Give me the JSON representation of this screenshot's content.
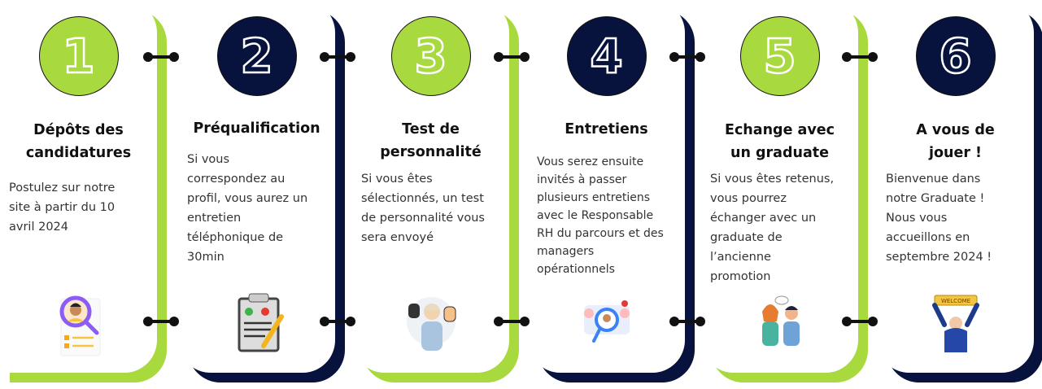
{
  "colors": {
    "green": "#a8d93e",
    "navy": "#07123d"
  },
  "steps": [
    {
      "number": "1",
      "color": "green",
      "title": [
        "Dépôts des",
        "candidatures"
      ],
      "body": [
        "Postulez sur notre",
        "site à partir du 10",
        "avril 2024"
      ],
      "icon": "candidate-search-icon"
    },
    {
      "number": "2",
      "color": "navy",
      "title": [
        "Préqualification"
      ],
      "body": [
        "Si vous",
        "correspondez au",
        "profil, vous aurez un",
        "entretien",
        "téléphonique de",
        "30min"
      ],
      "icon": "clipboard-checklist-icon"
    },
    {
      "number": "3",
      "color": "green",
      "title": [
        "Test de",
        "personnalité"
      ],
      "body": [
        "Si vous êtes",
        "sélectionnés, un test",
        "de personnalité vous",
        "sera envoyé"
      ],
      "icon": "personality-masks-icon"
    },
    {
      "number": "4",
      "color": "navy",
      "title": [
        "Entretiens"
      ],
      "body": [
        "Vous serez ensuite",
        "invités à passer",
        "plusieurs entretiens",
        "avec le Responsable",
        "RH du parcours et des",
        "managers",
        "opérationnels"
      ],
      "icon": "interview-people-icon"
    },
    {
      "number": "5",
      "color": "green",
      "title": [
        "Echange avec",
        "un graduate"
      ],
      "body": [
        "Si vous êtes retenus,",
        "vous pourrez",
        "échanger avec un",
        "graduate de",
        "l’ancienne",
        "promotion"
      ],
      "icon": "conversation-people-icon"
    },
    {
      "number": "6",
      "color": "navy",
      "title": [
        "A vous de",
        "jouer !"
      ],
      "body": [
        "Bienvenue dans",
        "notre Graduate !",
        "Nous vous",
        "accueillons en",
        "septembre 2024 !"
      ],
      "icon": "welcome-banner-icon",
      "banner": "WELCOME"
    }
  ]
}
